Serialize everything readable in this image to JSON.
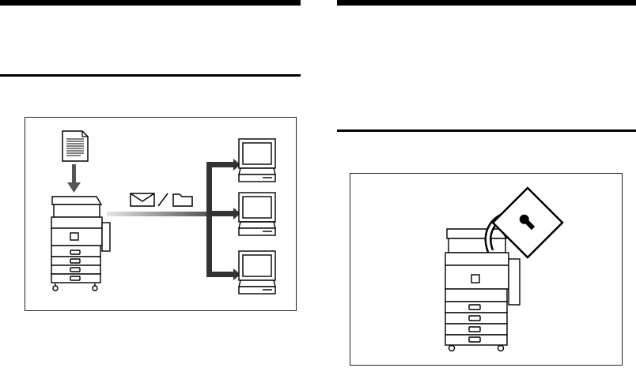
{
  "page": {
    "left_column": {
      "figure_1": {
        "kind": "scan-to-email-or-folder-illustration"
      }
    },
    "right_column": {
      "figure_2": {
        "kind": "security-lock-illustration"
      }
    }
  },
  "icons": [
    "document-icon",
    "arrow-down-icon",
    "envelope-icon",
    "slash-separator",
    "folder-icon",
    "computer-icon",
    "copier-icon",
    "lock-icon",
    "keyhole-icon"
  ],
  "colors": {
    "ink": "#000000",
    "dark_gray": "#333333",
    "mid_gray": "#666666",
    "light_gray": "#d9d9d9"
  }
}
